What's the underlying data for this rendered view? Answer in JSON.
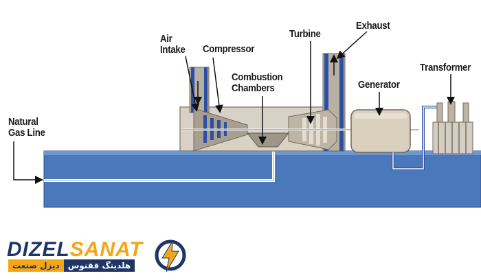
{
  "labels": {
    "natural_gas_line": "Natural\nGas Line",
    "air_intake": "Air\nIntake",
    "compressor": "Compressor",
    "combustion_chambers": "Combustion\nChambers",
    "turbine": "Turbine",
    "exhaust": "Exhaust",
    "generator": "Generator",
    "transformer": "Transformer"
  },
  "logo": {
    "brand_part1": "DIZEL",
    "brand_part2": "SANAT",
    "tagline_dark": "هلدینگ ققنوس",
    "tagline_orange": "دیزل صنعت"
  },
  "colors": {
    "water_blue": "#4a78bb",
    "pipe_blue": "#2c4fa3",
    "machine_gray": "#b8b0a2",
    "housing_gray": "#d8d2c6",
    "brand_navy": "#1e3566",
    "brand_orange": "#f5a515"
  }
}
